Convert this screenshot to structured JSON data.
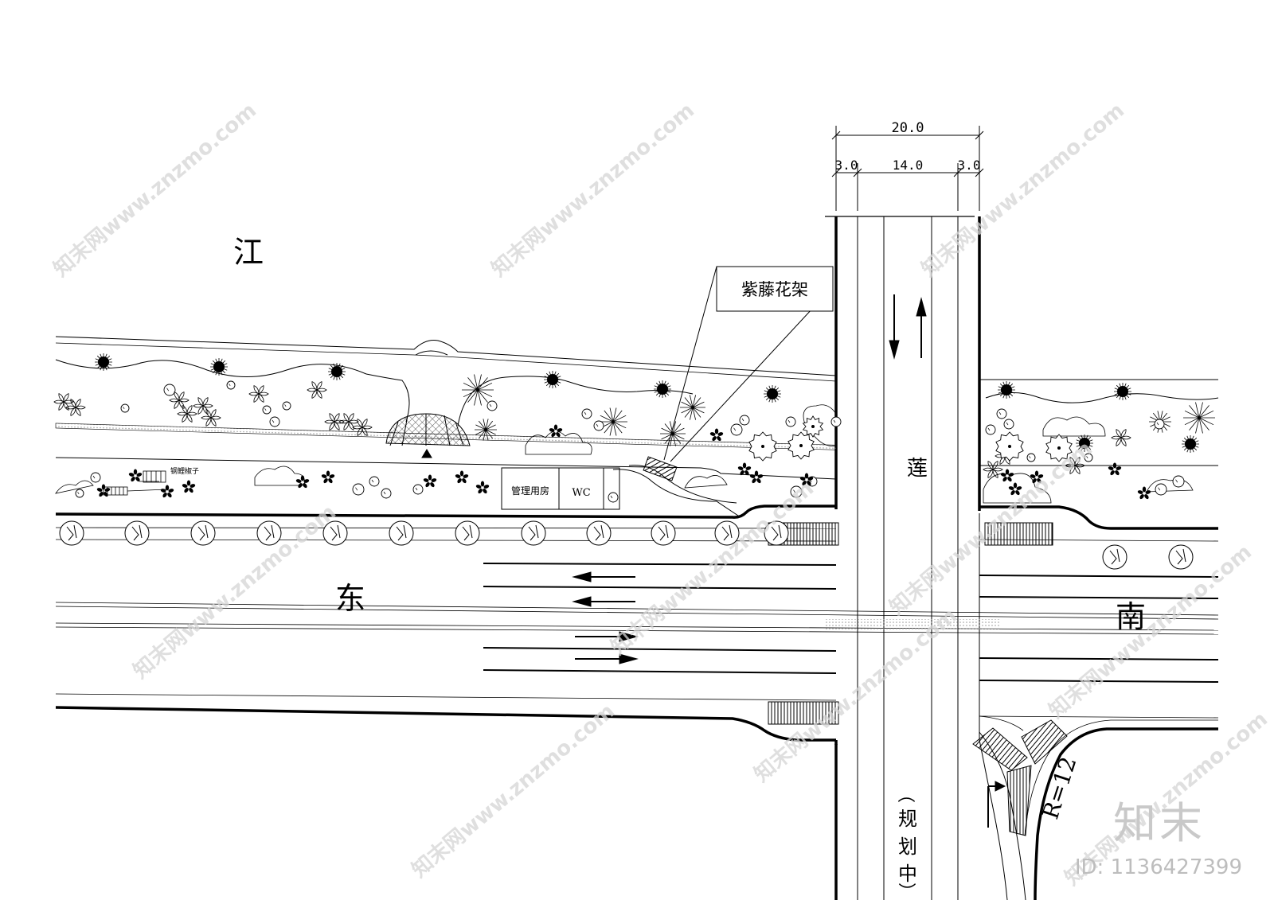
{
  "labels": {
    "river": "江",
    "road_east_w": "东",
    "road_east_e": "南",
    "road_lian": "莲",
    "road_plan_1": "（",
    "road_plan_2": "规",
    "road_plan_3": "划",
    "road_plan_4": "中",
    "road_plan_5": "）",
    "wisteria": "紫藤花架",
    "mgmt_room": "管理用房",
    "wc": "WC",
    "pavilion": "钢鲤椒子",
    "radius": "R=12"
  },
  "dimensions": {
    "total": "20.0",
    "left": "3.0",
    "center": "14.0",
    "right": "3.0"
  },
  "watermark": {
    "site": "知末网www.znzmo.com",
    "brand": "知末",
    "id": "ID: 1136427399"
  }
}
